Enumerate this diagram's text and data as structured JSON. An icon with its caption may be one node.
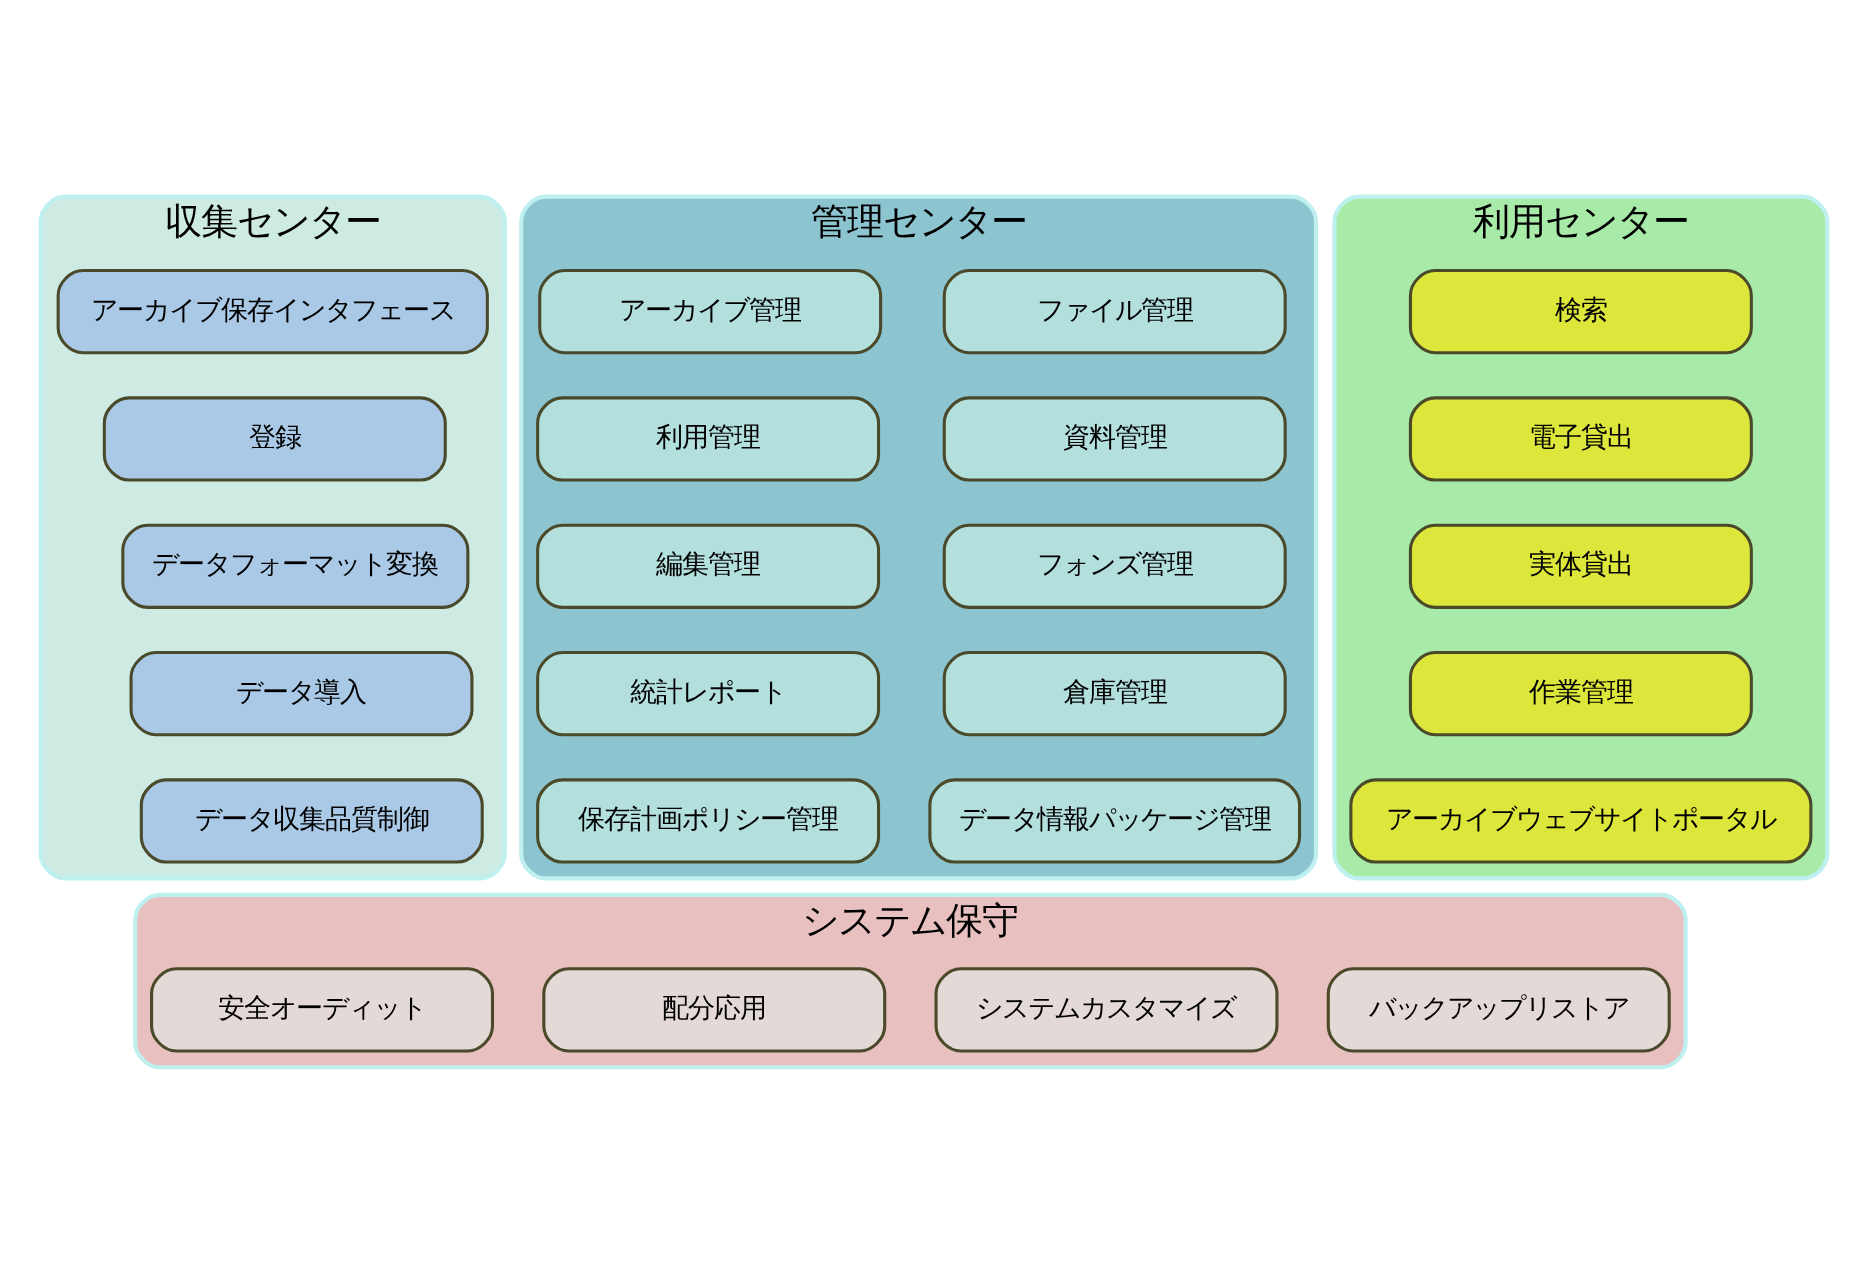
{
  "diagram": {
    "nodes": [
      {
        "text": [
          "収集センター"
        ]
      },
      {
        "text": [
          "アーカイブ保存インタフェース"
        ],
        "in": 0
      },
      {
        "text": [
          "登録"
        ],
        "in": 0
      },
      {
        "text": [
          "データフォーマット変換"
        ],
        "in": 0
      },
      {
        "text": [
          "データ導入"
        ],
        "in": 0
      },
      {
        "text": [
          "データ収集品質制御"
        ],
        "in": 0
      },
      {
        "text": [
          "管理センター"
        ]
      },
      {
        "text": [
          "ファイル管理"
        ],
        "in": 6
      },
      {
        "text": [
          "アーカイブ管理"
        ],
        "in": 6
      },
      {
        "text": [
          "資料管理"
        ],
        "in": 6
      },
      {
        "text": [
          "利用管理"
        ],
        "in": 6
      },
      {
        "text": [
          "フォンズ管理"
        ],
        "in": 6
      },
      {
        "text": [
          "編集管理"
        ],
        "in": 6
      },
      {
        "text": [
          "倉庫管理"
        ],
        "in": 6
      },
      {
        "text": [
          "統計レポート"
        ],
        "in": 6
      },
      {
        "text": [
          "データ情報パッケージ管理"
        ],
        "in": 6
      },
      {
        "text": [
          "保存計画ポリシー管理"
        ],
        "in": 6
      },
      {
        "text": [
          "利用センター"
        ]
      },
      {
        "text": [
          "検索"
        ],
        "in": 17
      },
      {
        "text": [
          "電子貸出"
        ],
        "in": 17
      },
      {
        "text": [
          "実体貸出"
        ],
        "in": 17
      },
      {
        "text": [
          "作業管理"
        ],
        "in": 17
      },
      {
        "text": [
          "アーカイブウェブサイトポータル"
        ],
        "in": 17
      },
      {
        "text": [
          "システム保守"
        ]
      },
      {
        "text": [
          "安全オーディット"
        ],
        "in": 23
      },
      {
        "text": [
          "システムカスタマイズ"
        ],
        "in": 23
      },
      {
        "text": [
          "配分応用"
        ],
        "in": 23
      },
      {
        "text": [
          "バックアップリストア"
        ],
        "in": 23
      }
    ]
  }
}
